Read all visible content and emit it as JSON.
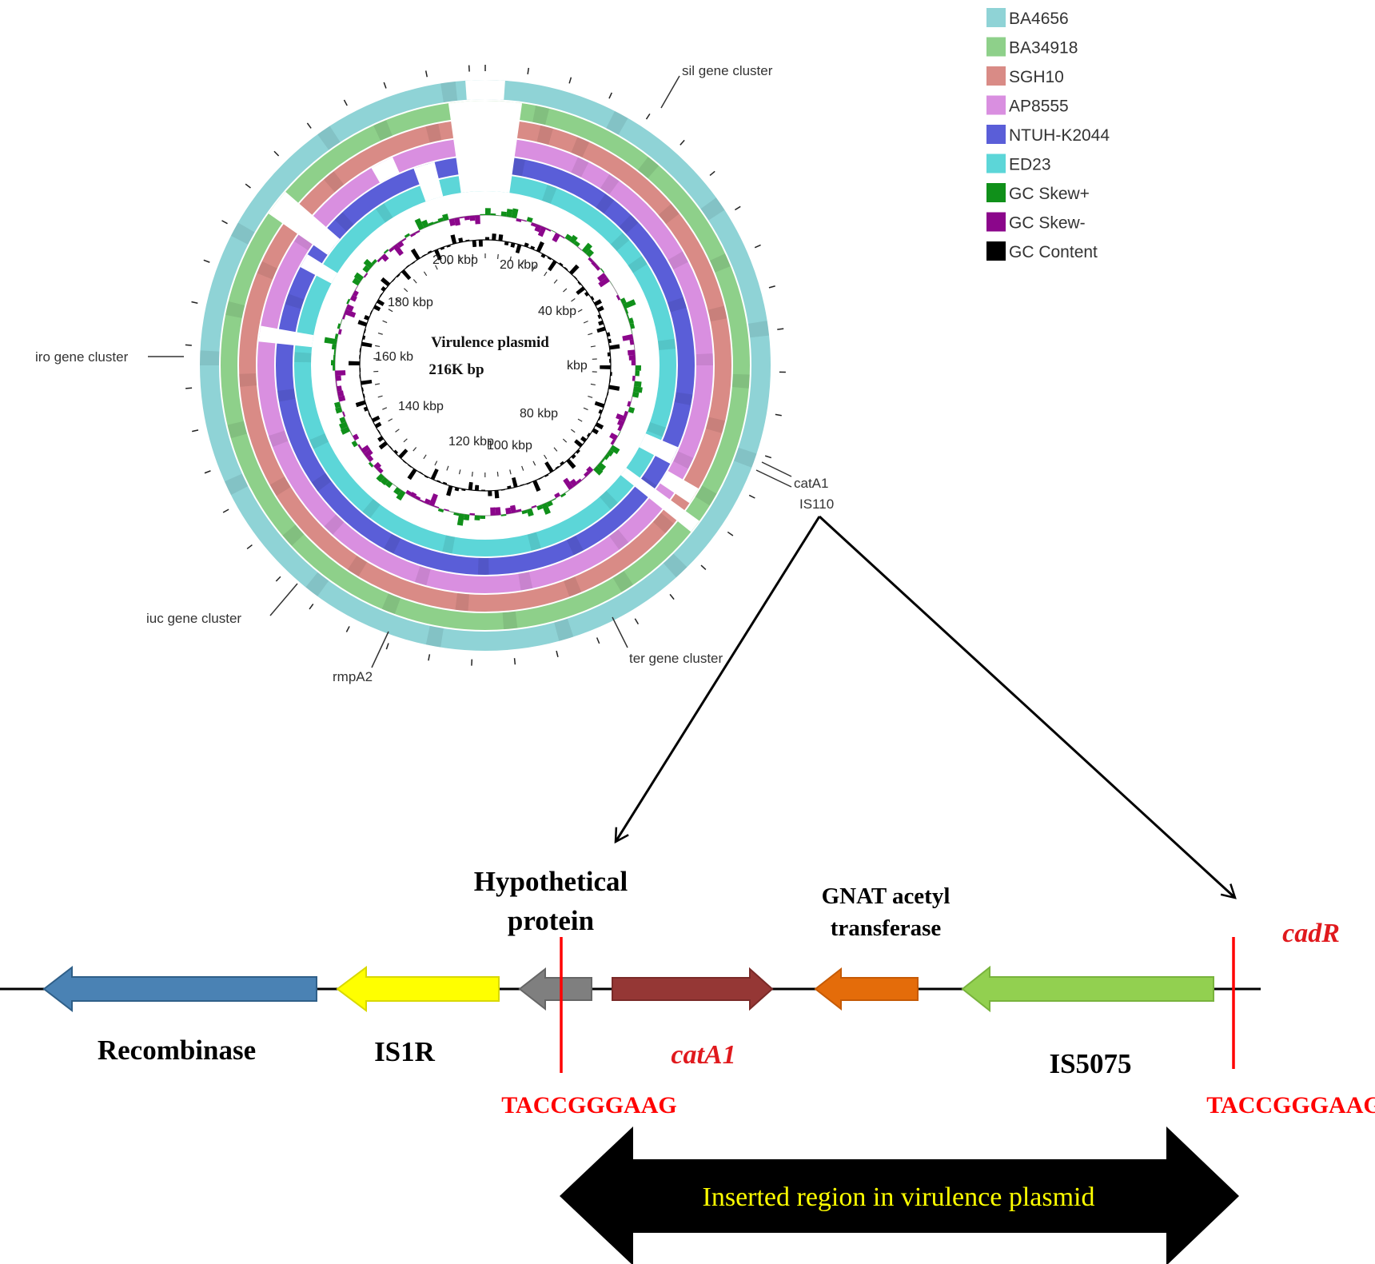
{
  "legend": [
    {
      "label": "BA4656",
      "color": "#8fd3d6"
    },
    {
      "label": "BA34918",
      "color": "#8ed08a"
    },
    {
      "label": "SGH10",
      "color": "#d98b86"
    },
    {
      "label": "AP8555",
      "color": "#d98fe0"
    },
    {
      "label": "NTUH-K2044",
      "color": "#5a5ed8"
    },
    {
      "label": "ED23",
      "color": "#5cd6d8"
    },
    {
      "label": "GC Skew+",
      "color": "#10901a"
    },
    {
      "label": "GC Skew-",
      "color": "#8b068b"
    },
    {
      "label": "GC Content",
      "color": "#000000"
    }
  ],
  "plasmid": {
    "title": "Virulence plasmid",
    "size": "216K bp",
    "ticks": [
      "20 kbp",
      "40 kbp",
      "kbp",
      "80 kbp",
      "100 kbp",
      "120 kbp",
      "140 kbp",
      "160 kb",
      "180 kbp",
      "200 kbp"
    ],
    "annotations": {
      "sil": "sil gene cluster",
      "iro": "iro gene cluster",
      "iuc": "iuc gene cluster",
      "rmp": "rmpA2",
      "ter": "ter gene cluster",
      "cat": "catA1",
      "is110": "IS110"
    }
  },
  "genes": {
    "recombinase": {
      "label": "Recombinase",
      "color": "#4a82b4"
    },
    "is1r": {
      "label": "IS1R",
      "color": "#ffff00"
    },
    "hypothetical": {
      "label_line1": "Hypothetical",
      "label_line2": "protein",
      "color": "#7f7f7f"
    },
    "cata1": {
      "label": "catA1",
      "color": "#953735"
    },
    "gnat": {
      "label_line1": "GNAT acetyl",
      "label_line2": "transferase",
      "color": "#e46c0a"
    },
    "is5075": {
      "label": "IS5075",
      "color": "#92d050"
    },
    "cadr": {
      "label": "cadR"
    }
  },
  "target_sequence_left": "TACCGGGAAG",
  "target_sequence_right": "TACCGGGAAG",
  "inserted_region": "Inserted region in virulence plasmid"
}
